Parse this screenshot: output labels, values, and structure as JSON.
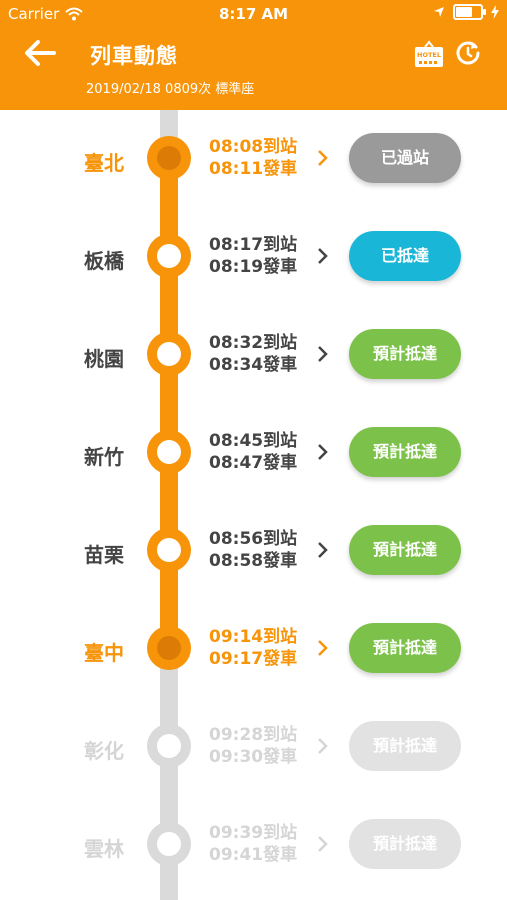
{
  "status_bar": {
    "carrier": "Carrier",
    "time": "8:17 AM"
  },
  "header": {
    "title": "列車動態",
    "subtitle": "2019/02/18 0809次 標準座",
    "hotel_icon_text": "HOTEL"
  },
  "colors": {
    "brand": "#F7940A",
    "passed": "#9A9A9A",
    "arrived": "#1AB6D8",
    "expected": "#7CC24A",
    "future": "#E2E2E2"
  },
  "stations": [
    {
      "name": "臺北",
      "arrive": "08:08到站",
      "depart": "08:11發車",
      "status": "已過站"
    },
    {
      "name": "板橋",
      "arrive": "08:17到站",
      "depart": "08:19發車",
      "status": "已抵達"
    },
    {
      "name": "桃園",
      "arrive": "08:32到站",
      "depart": "08:34發車",
      "status": "預計抵達"
    },
    {
      "name": "新竹",
      "arrive": "08:45到站",
      "depart": "08:47發車",
      "status": "預計抵達"
    },
    {
      "name": "苗栗",
      "arrive": "08:56到站",
      "depart": "08:58發車",
      "status": "預計抵達"
    },
    {
      "name": "臺中",
      "arrive": "09:14到站",
      "depart": "09:17發車",
      "status": "預計抵達"
    },
    {
      "name": "彰化",
      "arrive": "09:28到站",
      "depart": "09:30發車",
      "status": "預計抵達"
    },
    {
      "name": "雲林",
      "arrive": "09:39到站",
      "depart": "09:41發車",
      "status": "預計抵達"
    }
  ]
}
